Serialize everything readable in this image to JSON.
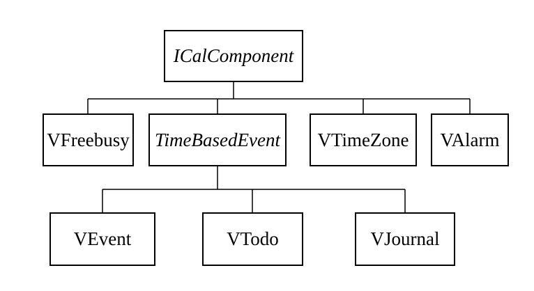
{
  "diagram": {
    "type": "class-hierarchy",
    "line_color": "#000000",
    "background_color": "#ffffff",
    "nodes": {
      "ical": {
        "label": "ICalComponent",
        "style": "italic"
      },
      "vfreebusy": {
        "label": "VFreebusy",
        "style": "normal"
      },
      "tbe": {
        "label": "TimeBasedEvent",
        "style": "italic"
      },
      "vtimezone": {
        "label": "VTimeZone",
        "style": "normal"
      },
      "valarm": {
        "label": "VAlarm",
        "style": "normal"
      },
      "vevent": {
        "label": "VEvent",
        "style": "normal"
      },
      "vtodo": {
        "label": "VTodo",
        "style": "normal"
      },
      "vjournal": {
        "label": "VJournal",
        "style": "normal"
      }
    },
    "edges": [
      {
        "parent": "ICalComponent",
        "child": "VFreebusy"
      },
      {
        "parent": "ICalComponent",
        "child": "TimeBasedEvent"
      },
      {
        "parent": "ICalComponent",
        "child": "VTimeZone"
      },
      {
        "parent": "ICalComponent",
        "child": "VAlarm"
      },
      {
        "parent": "TimeBasedEvent",
        "child": "VEvent"
      },
      {
        "parent": "TimeBasedEvent",
        "child": "VTodo"
      },
      {
        "parent": "TimeBasedEvent",
        "child": "VJournal"
      }
    ]
  }
}
